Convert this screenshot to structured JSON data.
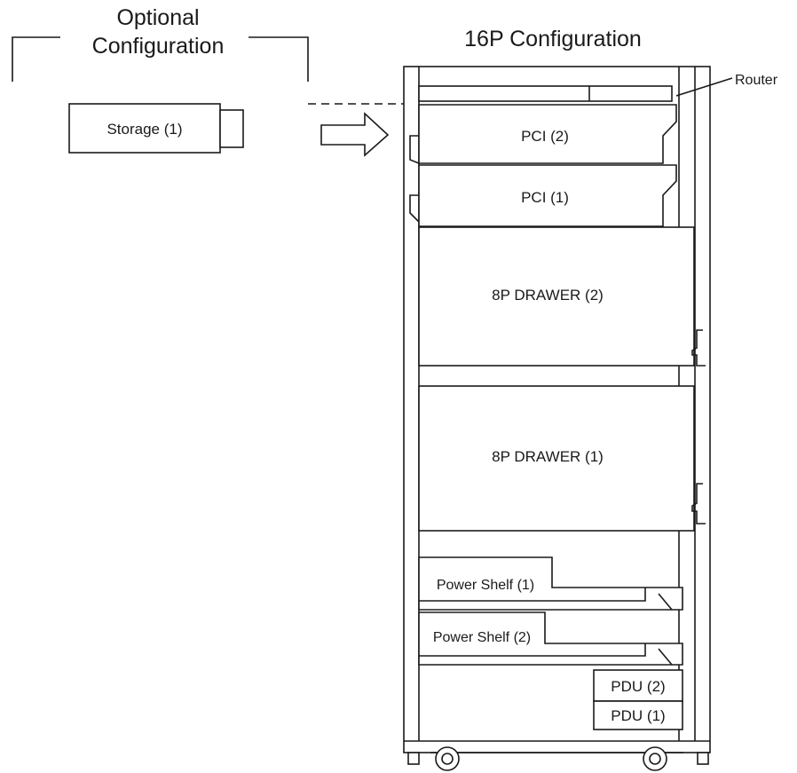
{
  "optional": {
    "heading_line1": "Optional",
    "heading_line2": "Configuration",
    "storage_label": "Storage (1)"
  },
  "rack": {
    "heading": "16P Configuration",
    "router_label": "Router",
    "pci2_label": "PCI (2)",
    "pci1_label": "PCI (1)",
    "drawer2_label": "8P DRAWER (2)",
    "drawer1_label": "8P DRAWER (1)",
    "power_shelf1_label": "Power Shelf (1)",
    "power_shelf2_label": "Power Shelf (2)",
    "pdu2_label": "PDU (2)",
    "pdu1_label": "PDU (1)"
  }
}
